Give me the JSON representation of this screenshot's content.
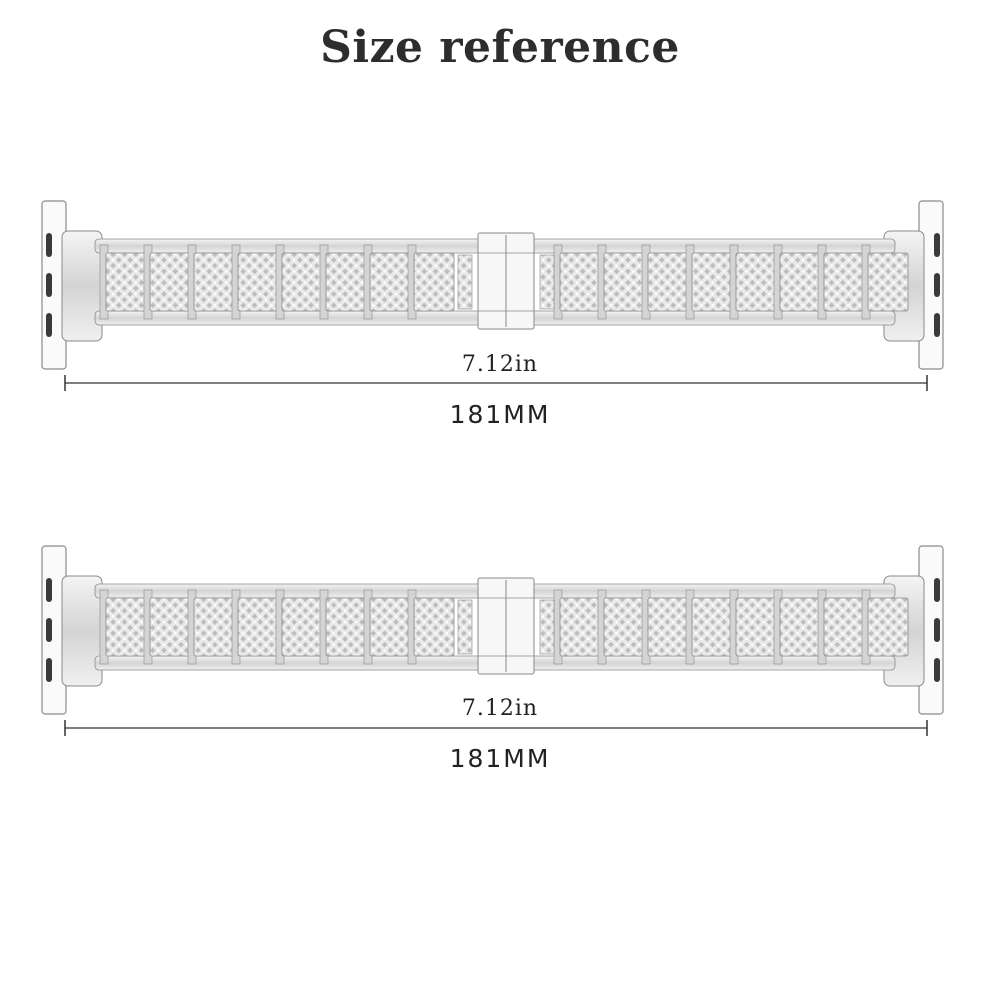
{
  "title": "Size reference",
  "bands": [
    {
      "length_in": "7.12in",
      "length_mm": "181MM"
    },
    {
      "length_in": "7.12in",
      "length_mm": "181MM"
    }
  ],
  "colors": {
    "steel_light": "#f4f4f4",
    "steel_mid": "#d4d4d4",
    "steel_dark": "#8a8a8a",
    "connector_slot": "#3a3a3a",
    "text": "#222222"
  }
}
